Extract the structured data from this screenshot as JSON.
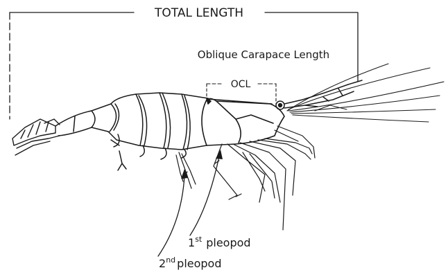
{
  "diagram": {
    "total_length_label": "TOTAL LENGTH",
    "oblique_carapace_label": "Oblique Carapace Length",
    "ocl_label": "OCL",
    "first_pleopod": {
      "prefix": "1",
      "suffix": "st",
      "word": "pleopod"
    },
    "second_pleopod": {
      "prefix": "2",
      "suffix": "nd",
      "word": "pleopod"
    }
  },
  "colors": {
    "ink": "#1a1a1a",
    "background": "#ffffff"
  }
}
